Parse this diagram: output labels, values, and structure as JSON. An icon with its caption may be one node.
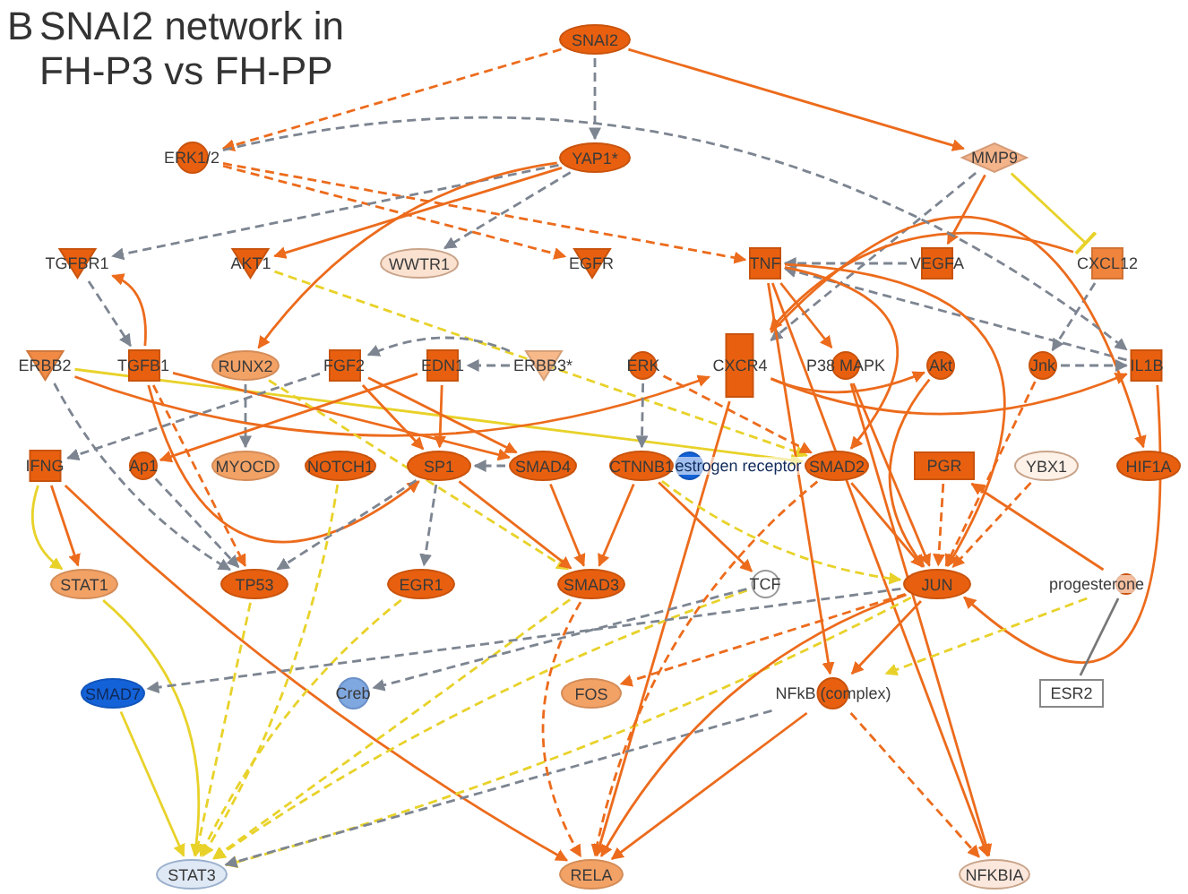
{
  "diagram": {
    "title": "SNAI2 network in FH-P3 vs FH-PP",
    "labels": [
      "B"
    ],
    "nodes": [
      {
        "text": [
          "SNAI2"
        ]
      },
      {
        "text": [
          "ERK1/2"
        ]
      },
      {
        "text": [
          "YAP1*"
        ]
      },
      {
        "text": [
          "MMP9"
        ]
      },
      {
        "text": [
          "TGFBR1"
        ]
      },
      {
        "text": [
          "AKT1"
        ]
      },
      {
        "text": [
          "WWTR1"
        ]
      },
      {
        "text": [
          "EGFR"
        ]
      },
      {
        "text": [
          "TNF"
        ]
      },
      {
        "text": [
          "VEGFA"
        ]
      },
      {
        "text": [
          "CXCL12"
        ]
      },
      {
        "text": [
          "ERBB2"
        ]
      },
      {
        "text": [
          "TGFB1"
        ]
      },
      {
        "text": [
          "RUNX2"
        ]
      },
      {
        "text": [
          "FGF2"
        ]
      },
      {
        "text": [
          "EDN1"
        ]
      },
      {
        "text": [
          "ERBB3*"
        ]
      },
      {
        "text": [
          "ERK"
        ]
      },
      {
        "text": [
          "CXCR4"
        ]
      },
      {
        "text": [
          "P38 MAPK"
        ]
      },
      {
        "text": [
          "Akt"
        ]
      },
      {
        "text": [
          "Jnk"
        ]
      },
      {
        "text": [
          "IL1B"
        ]
      },
      {
        "text": [
          "IFNG"
        ]
      },
      {
        "text": [
          "Ap1"
        ]
      },
      {
        "text": [
          "MYOCD"
        ]
      },
      {
        "text": [
          "NOTCH1"
        ]
      },
      {
        "text": [
          "SP1"
        ]
      },
      {
        "text": [
          "SMAD4"
        ]
      },
      {
        "text": [
          "CTNNB1"
        ]
      },
      {
        "text": [
          "estrogen receptor"
        ]
      },
      {
        "text": [
          "SMAD2"
        ]
      },
      {
        "text": [
          "PGR"
        ]
      },
      {
        "text": [
          "YBX1"
        ]
      },
      {
        "text": [
          "HIF1A"
        ]
      },
      {
        "text": [
          "STAT1"
        ]
      },
      {
        "text": [
          "TP53"
        ]
      },
      {
        "text": [
          "EGR1"
        ]
      },
      {
        "text": [
          "SMAD3"
        ]
      },
      {
        "text": [
          "TCF"
        ]
      },
      {
        "text": [
          "JUN"
        ]
      },
      {
        "text": [
          "progesterone"
        ]
      },
      {
        "text": [
          "SMAD7"
        ]
      },
      {
        "text": [
          "Creb"
        ]
      },
      {
        "text": [
          "FOS"
        ]
      },
      {
        "text": [
          "NFkB (complex)"
        ]
      },
      {
        "text": [
          "ESR2"
        ]
      },
      {
        "text": [
          "STAT3"
        ]
      },
      {
        "text": [
          "RELA"
        ]
      },
      {
        "text": [
          "NFKBIA"
        ]
      }
    ],
    "edges": [
      {
        "from": 0,
        "to": 1,
        "arrow": "to",
        "style": "dashed"
      },
      {
        "from": 0,
        "to": 2,
        "arrow": "to",
        "style": "dashed",
        "color": "#7d8591"
      },
      {
        "from": 0,
        "to": 3,
        "arrow": "to"
      },
      {
        "from": 1,
        "to": 8,
        "arrow": "to",
        "style": "dashed"
      },
      {
        "from": 1,
        "to": 7,
        "arrow": "to",
        "style": "dashed"
      },
      {
        "from": 2,
        "to": 4,
        "arrow": "to",
        "style": "dashed",
        "color": "#7d8591"
      },
      {
        "from": 2,
        "to": 5,
        "arrow": "to"
      },
      {
        "from": 2,
        "to": 6,
        "arrow": "to",
        "style": "dashed",
        "color": "#7d8591"
      },
      {
        "from": 2,
        "to": 13,
        "arrow": "to"
      },
      {
        "from": 3,
        "to": 9,
        "arrow": "to"
      },
      {
        "from": 3,
        "to": 10,
        "arrow": "other",
        "color": "#e8d22a"
      },
      {
        "from": 3,
        "to": 18,
        "arrow": "to",
        "style": "dashed",
        "color": "#7d8591"
      },
      {
        "from": 10,
        "to": 18,
        "arrow": "to"
      },
      {
        "from": 10,
        "to": 21,
        "arrow": "to",
        "style": "dashed",
        "color": "#7d8591"
      },
      {
        "from": 9,
        "to": 8,
        "arrow": "to",
        "style": "dashed",
        "color": "#7d8591"
      },
      {
        "from": 22,
        "to": 8,
        "arrow": "to",
        "style": "dashed",
        "color": "#7d8591"
      },
      {
        "from": 4,
        "to": 12,
        "arrow": "to",
        "style": "dashed",
        "color": "#7d8591"
      },
      {
        "from": 12,
        "to": 4,
        "arrow": "to"
      },
      {
        "from": 18,
        "to": 34,
        "arrow": "to"
      },
      {
        "from": 1,
        "to": 22,
        "arrow": "to",
        "style": "dashed",
        "color": "#7d8591"
      },
      {
        "from": 5,
        "to": 31,
        "arrow": "to",
        "style": "dashed",
        "color": "#e8d22a"
      },
      {
        "from": 8,
        "to": 40,
        "arrow": "to"
      },
      {
        "from": 8,
        "to": 45,
        "arrow": "to"
      },
      {
        "from": 8,
        "to": 31,
        "arrow": "to"
      },
      {
        "from": 8,
        "to": 49,
        "arrow": "to"
      },
      {
        "from": 8,
        "to": 19,
        "arrow": "to"
      },
      {
        "from": 11,
        "to": 36,
        "arrow": "to",
        "style": "dashed",
        "color": "#7d8591"
      },
      {
        "from": 11,
        "to": 31,
        "arrow": "to",
        "color": "#e8d22a"
      },
      {
        "from": 11,
        "to": 18,
        "arrow": "to"
      },
      {
        "from": 12,
        "to": 36,
        "arrow": "to",
        "style": "dashed"
      },
      {
        "from": 12,
        "to": 27,
        "arrow": "to"
      },
      {
        "from": 12,
        "to": 28,
        "arrow": "to"
      },
      {
        "from": 13,
        "to": 25,
        "arrow": "to",
        "style": "dashed",
        "color": "#7d8591"
      },
      {
        "from": 13,
        "to": 38,
        "arrow": "to",
        "style": "dashed",
        "color": "#e8d22a"
      },
      {
        "from": 14,
        "to": 27,
        "arrow": "to"
      },
      {
        "from": 14,
        "to": 28,
        "arrow": "to"
      },
      {
        "from": 15,
        "to": 27,
        "arrow": "to"
      },
      {
        "from": 15,
        "to": 24,
        "arrow": "to"
      },
      {
        "from": 16,
        "to": 14,
        "arrow": "to",
        "style": "dashed",
        "color": "#7d8591"
      },
      {
        "from": 16,
        "to": 15,
        "arrow": "to",
        "style": "dashed",
        "color": "#7d8591"
      },
      {
        "from": 17,
        "to": 31,
        "arrow": "to",
        "style": "dashed"
      },
      {
        "from": 17,
        "to": 29,
        "arrow": "to",
        "style": "dashed",
        "color": "#7d8591"
      },
      {
        "from": 18,
        "to": 22,
        "arrow": "to"
      },
      {
        "from": 18,
        "to": 20,
        "arrow": "to"
      },
      {
        "from": 18,
        "to": 48,
        "arrow": "to"
      },
      {
        "from": 19,
        "to": 40,
        "arrow": "to"
      },
      {
        "from": 19,
        "to": 49,
        "arrow": "to"
      },
      {
        "from": 20,
        "to": 40,
        "arrow": "to"
      },
      {
        "from": 21,
        "to": 40,
        "arrow": "to",
        "style": "dashed"
      },
      {
        "from": 22,
        "to": 40,
        "arrow": "to"
      },
      {
        "from": 21,
        "to": 22,
        "arrow": "to",
        "style": "dashed",
        "color": "#7d8591"
      },
      {
        "from": 28,
        "to": 27,
        "arrow": "to",
        "style": "dashed",
        "color": "#7d8591"
      },
      {
        "from": 28,
        "to": 38,
        "arrow": "to"
      },
      {
        "from": 27,
        "to": 37,
        "arrow": "to",
        "style": "dashed",
        "color": "#7d8591"
      },
      {
        "from": 27,
        "to": 36,
        "arrow": "to",
        "style": "dashed",
        "color": "#7d8591"
      },
      {
        "from": 27,
        "to": 38,
        "arrow": "to"
      },
      {
        "from": 29,
        "to": 39,
        "arrow": "to"
      },
      {
        "from": 29,
        "to": 40,
        "arrow": "to",
        "style": "dashed",
        "color": "#e8d22a"
      },
      {
        "from": 31,
        "to": 40,
        "arrow": "to"
      },
      {
        "from": 32,
        "to": 40,
        "arrow": "to",
        "style": "dashed"
      },
      {
        "from": 33,
        "to": 40,
        "arrow": "to",
        "style": "dashed"
      },
      {
        "from": 23,
        "to": 35,
        "arrow": "to"
      },
      {
        "from": 23,
        "to": 35,
        "arrow": "to",
        "color": "#e8d22a"
      },
      {
        "from": 23,
        "to": 48,
        "arrow": "to"
      },
      {
        "from": 24,
        "to": 36,
        "arrow": "to",
        "style": "dashed",
        "color": "#7d8591"
      },
      {
        "from": 35,
        "to": 47,
        "arrow": "to",
        "color": "#e8d22a"
      },
      {
        "from": 42,
        "to": 47,
        "arrow": "to",
        "color": "#e8d22a"
      },
      {
        "from": 36,
        "to": 47,
        "arrow": "to",
        "style": "dashed",
        "color": "#e8d22a"
      },
      {
        "from": 37,
        "to": 47,
        "arrow": "to",
        "style": "dashed",
        "color": "#e8d22a"
      },
      {
        "from": 38,
        "to": 47,
        "arrow": "to",
        "style": "dashed",
        "color": "#e8d22a"
      },
      {
        "from": 26,
        "to": 47,
        "arrow": "to",
        "style": "dashed",
        "color": "#e8d22a"
      },
      {
        "from": 39,
        "to": 47,
        "arrow": "to",
        "style": "dashed",
        "color": "#e8d22a"
      },
      {
        "from": 40,
        "to": 47,
        "arrow": "to",
        "style": "dashed",
        "color": "#e8d22a"
      },
      {
        "from": 45,
        "to": 47,
        "arrow": "to",
        "style": "dashed",
        "color": "#7d8591"
      },
      {
        "from": 40,
        "to": 42,
        "arrow": "to",
        "style": "dashed",
        "color": "#7d8591"
      },
      {
        "from": 39,
        "to": 43,
        "arrow": "to",
        "style": "dashed",
        "color": "#7d8591"
      },
      {
        "from": 40,
        "to": 44,
        "arrow": "to",
        "style": "dashed"
      },
      {
        "from": 40,
        "to": 45,
        "arrow": "to"
      },
      {
        "from": 40,
        "to": 48,
        "arrow": "to"
      },
      {
        "from": 45,
        "to": 48,
        "arrow": "to"
      },
      {
        "from": 45,
        "to": 49,
        "arrow": "to",
        "style": "dashed"
      },
      {
        "from": 41,
        "to": 32,
        "arrow": "to"
      },
      {
        "from": 41,
        "to": 46,
        "arrow": "none",
        "color": "#777777"
      },
      {
        "from": 41,
        "to": 45,
        "arrow": "to",
        "style": "dashed",
        "color": "#e8d22a"
      },
      {
        "from": 29,
        "to": 38,
        "arrow": "to"
      },
      {
        "from": 14,
        "to": 23,
        "arrow": "to",
        "style": "dashed",
        "color": "#7d8591"
      },
      {
        "from": 38,
        "to": 48,
        "arrow": "to",
        "style": "dashed"
      },
      {
        "from": 31,
        "to": 48,
        "arrow": "to",
        "style": "dashed"
      }
    ]
  }
}
